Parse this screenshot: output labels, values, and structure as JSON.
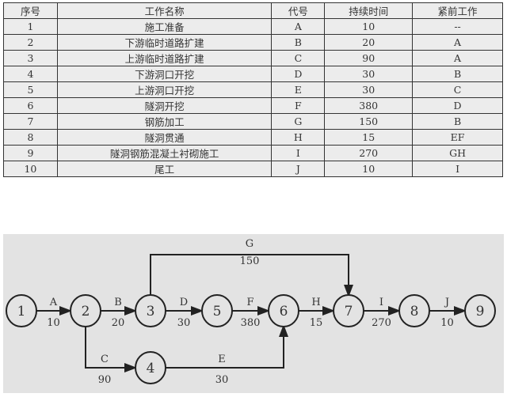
{
  "table": {
    "headers": [
      "序号",
      "工作名称",
      "代号",
      "持续时间",
      "紧前工作"
    ],
    "rows": [
      [
        "1",
        "施工准备",
        "A",
        "10",
        "--"
      ],
      [
        "2",
        "下游临时道路扩建",
        "B",
        "20",
        "A"
      ],
      [
        "3",
        "上游临时道路扩建",
        "C",
        "90",
        "A"
      ],
      [
        "4",
        "下游洞口开挖",
        "D",
        "30",
        "B"
      ],
      [
        "5",
        "上游洞口开挖",
        "E",
        "30",
        "C"
      ],
      [
        "6",
        "隧洞开挖",
        "F",
        "380",
        "D"
      ],
      [
        "7",
        "钢筋加工",
        "G",
        "150",
        "B"
      ],
      [
        "8",
        "隧洞贯通",
        "H",
        "15",
        "EF"
      ],
      [
        "9",
        "隧洞钢筋混凝土衬砌施工",
        "I",
        "270",
        "GH"
      ],
      [
        "10",
        "尾工",
        "J",
        "10",
        "I"
      ]
    ]
  },
  "network": {
    "nodes": [
      "1",
      "2",
      "3",
      "4",
      "5",
      "6",
      "7",
      "8",
      "9"
    ],
    "edges": [
      {
        "code": "A",
        "duration": "10",
        "from": "1",
        "to": "2"
      },
      {
        "code": "B",
        "duration": "20",
        "from": "2",
        "to": "3"
      },
      {
        "code": "C",
        "duration": "90",
        "from": "2",
        "to": "4"
      },
      {
        "code": "D",
        "duration": "30",
        "from": "3",
        "to": "5"
      },
      {
        "code": "E",
        "duration": "30",
        "from": "4",
        "to": "6"
      },
      {
        "code": "F",
        "duration": "380",
        "from": "5",
        "to": "6"
      },
      {
        "code": "G",
        "duration": "150",
        "from": "3",
        "to": "7"
      },
      {
        "code": "H",
        "duration": "15",
        "from": "6",
        "to": "7"
      },
      {
        "code": "I",
        "duration": "270",
        "from": "7",
        "to": "8"
      },
      {
        "code": "J",
        "duration": "10",
        "from": "8",
        "to": "9"
      }
    ]
  }
}
